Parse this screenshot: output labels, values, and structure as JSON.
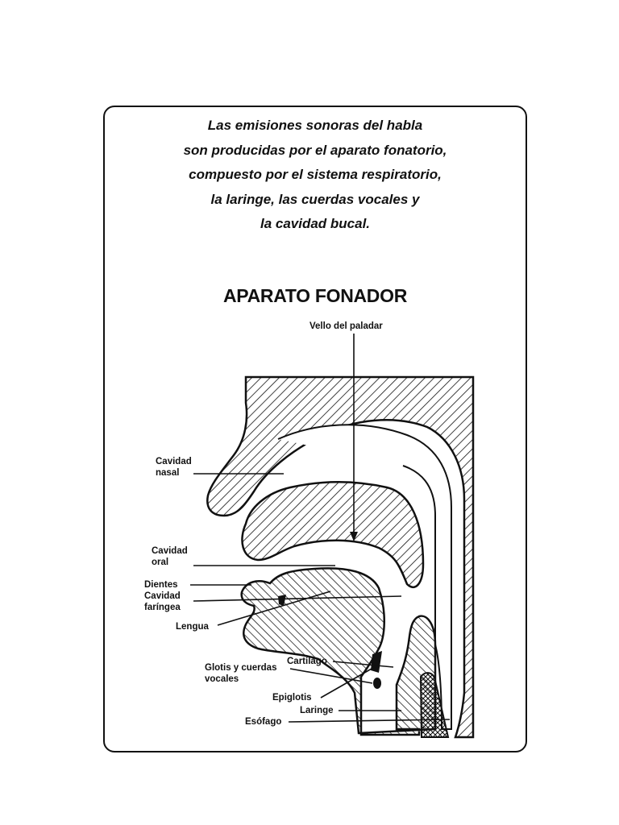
{
  "intro": {
    "lines": [
      "Las emisiones sonoras del habla",
      "son producidas por el aparato fonatorio,",
      "compuesto por el sistema respiratorio,",
      "la laringe, las cuerdas vocales y",
      "la cavidad bucal."
    ]
  },
  "diagram": {
    "title": "APARATO FONADOR",
    "labels": {
      "vello_paladar": "Vello del paladar",
      "cavidad_nasal": [
        "Cavidad",
        "nasal"
      ],
      "cavidad_oral": [
        "Cavidad",
        "oral"
      ],
      "dientes": "Dientes",
      "cavidad_faringea": [
        "Cavidad",
        "faríngea"
      ],
      "lengua": "Lengua",
      "cartilago": "Cartílago",
      "glotis": [
        "Glotis y cuerdas",
        "vocales"
      ],
      "epiglotis": "Epiglotis",
      "laringe": "Laringe",
      "esofago": "Esófago"
    }
  }
}
